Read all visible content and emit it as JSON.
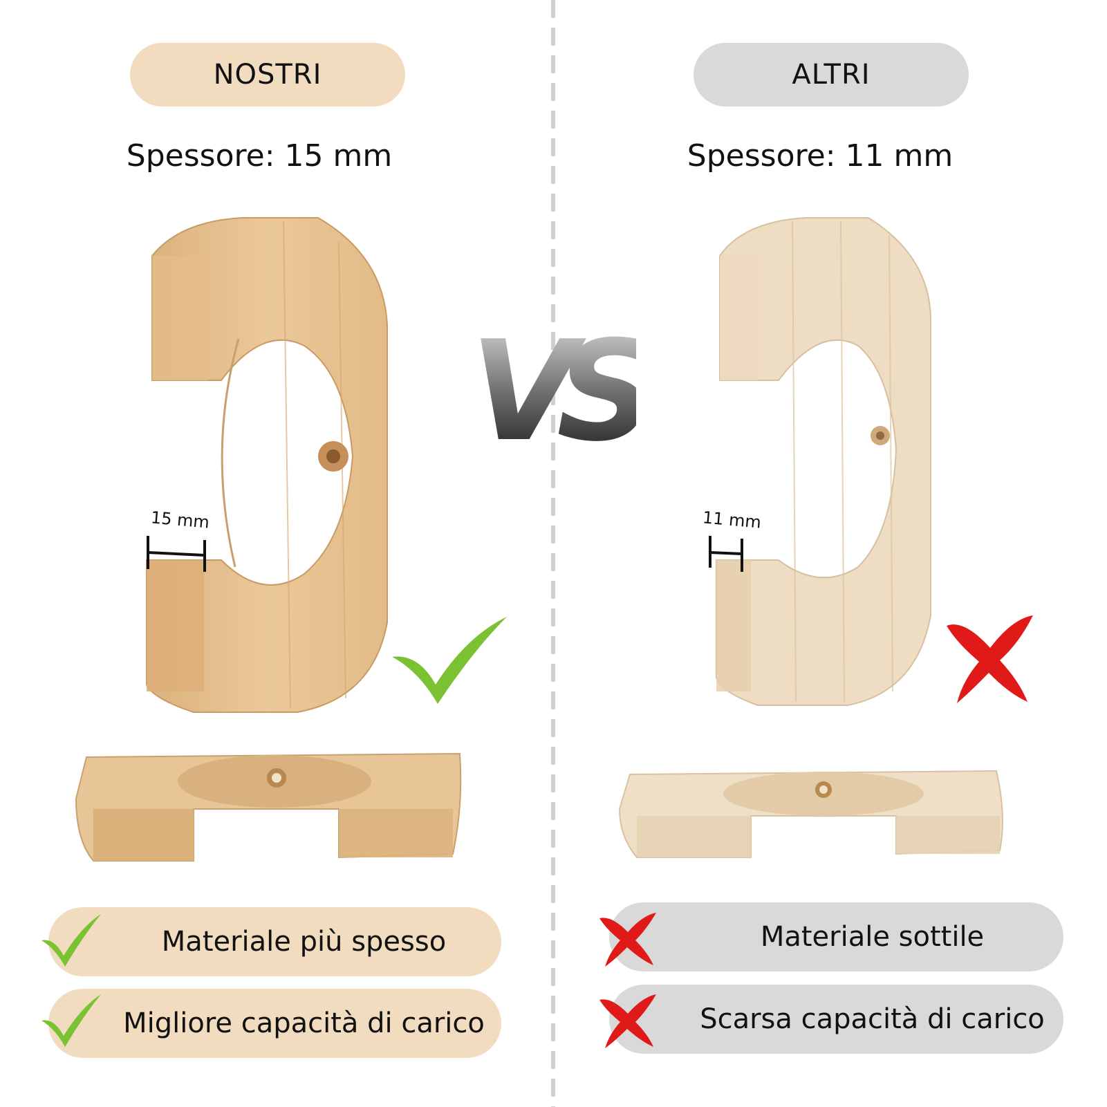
{
  "ours": {
    "header": "NOSTRI",
    "thickness": "Spessore: 15 mm",
    "dimension_label": "15 mm",
    "features": [
      "Materiale più spesso",
      "Migliore capacità di carico"
    ],
    "verdict_icon": "check-icon"
  },
  "others": {
    "header": "ALTRI",
    "thickness": "Spessore: 11 mm",
    "dimension_label": "11 mm",
    "features": [
      "Materiale sottile",
      "Scarsa capacità di carico"
    ],
    "verdict_icon": "cross-icon"
  },
  "vs_label": "VS",
  "colors": {
    "ours_pill": "#f1dcc0",
    "others_pill": "#d9d9d9",
    "check": "#7ac232",
    "cross": "#e01919",
    "wood_ours": "#e9c596",
    "wood_others": "#eedcc3"
  }
}
